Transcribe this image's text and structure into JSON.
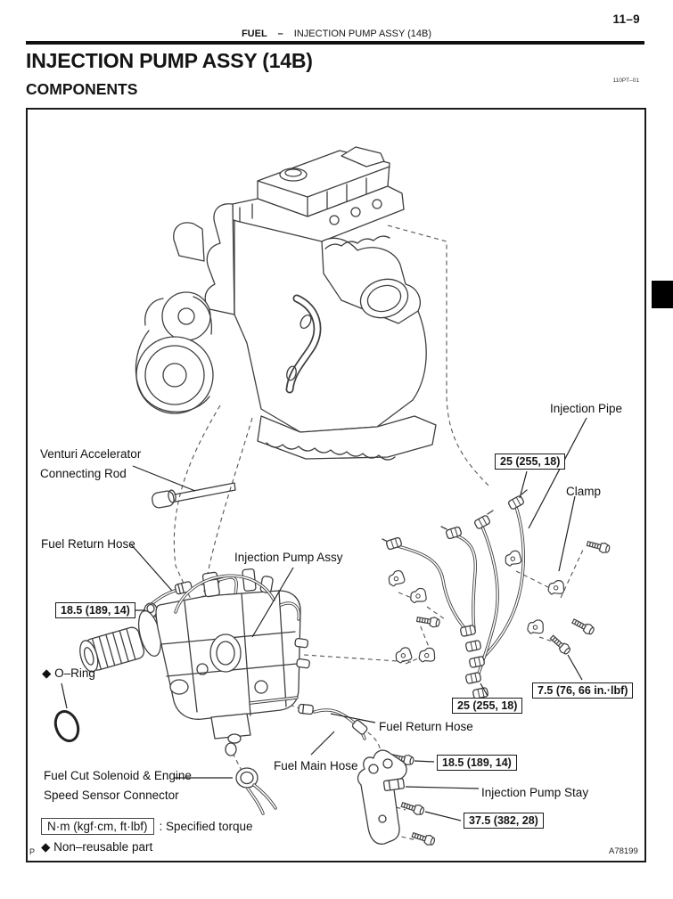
{
  "page": {
    "number": "11–9",
    "corner_mark": "P"
  },
  "header": {
    "section": "FUEL",
    "separator": "–",
    "subsection": "INJECTION PUMP ASSY (14B)"
  },
  "title": "INJECTION PUMP ASSY (14B)",
  "subtitle": "COMPONENTS",
  "doc_code": "110PT–01",
  "figure": {
    "code": "A78199",
    "labels": {
      "venturi": "Venturi Accelerator Connecting Rod",
      "fuel_return_hose_left": "Fuel Return Hose",
      "injection_pump_assy": "Injection Pump Assy",
      "o_ring": "◆ O–Ring",
      "injection_pipe": "Injection Pipe",
      "clamp": "Clamp",
      "fuel_return_hose_right": "Fuel Return Hose",
      "fuel_main_hose": "Fuel Main Hose",
      "fuel_cut_solenoid": "Fuel Cut Solenoid & Engine Speed Sensor Connector",
      "injection_pump_stay": "Injection Pump Stay"
    },
    "torque_boxes": [
      {
        "part": "injection-pipe-union-upper",
        "value": "25 (255, 18)"
      },
      {
        "part": "fuel-return-hose-union",
        "value": "18.5 (189, 14)"
      },
      {
        "part": "injection-pipe-union-lower",
        "value": "25 (255, 18)"
      },
      {
        "part": "clamp-bolt",
        "value": "7.5 (76, 66 in.·lbf)"
      },
      {
        "part": "pump-stay-upper-bolt",
        "value": "18.5 (189, 14)"
      },
      {
        "part": "pump-stay-lower-bolt",
        "value": "37.5 (382, 28)"
      }
    ],
    "legend": {
      "torque_unit": "N·m (kgf·cm, ft·lbf)",
      "torque_note": ": Specified torque",
      "non_reusable": "◆ Non–reusable part"
    }
  }
}
